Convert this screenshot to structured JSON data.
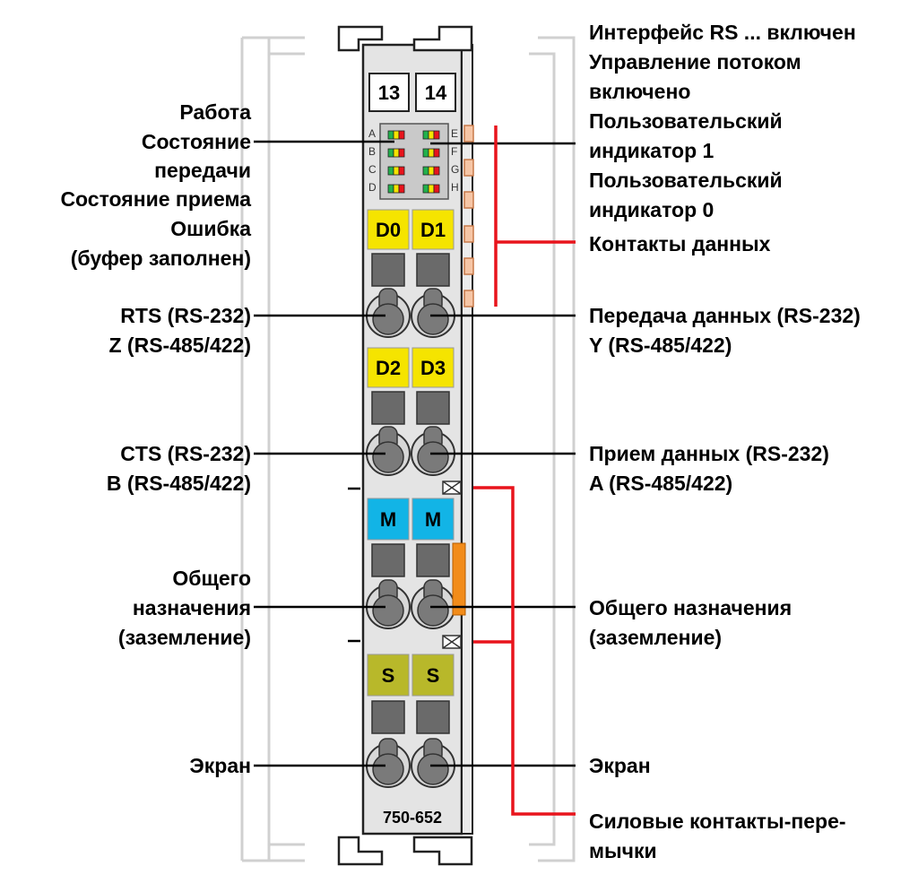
{
  "module": {
    "terminal_numbers": [
      "13",
      "14"
    ],
    "led_letters_left": [
      "A",
      "B",
      "C",
      "D"
    ],
    "led_letters_right": [
      "E",
      "F",
      "G",
      "H"
    ],
    "markers": [
      "D0",
      "D1",
      "D2",
      "D3",
      "M",
      "M",
      "S",
      "S"
    ],
    "part_number": "750-652"
  },
  "labels_left": [
    [
      "Работа",
      "Состояние",
      "передачи",
      "Состояние приема",
      "Ошибка",
      "(буфер заполнен)"
    ],
    [
      "RTS (RS-232)",
      "Z (RS-485/422)"
    ],
    [
      "CTS (RS-232)",
      "B (RS-485/422)"
    ],
    [
      "Общего",
      "назначения",
      "(заземление)"
    ],
    [
      "Экран"
    ]
  ],
  "labels_right": [
    [
      "Интерфейс RS ... включен",
      "Управление потоком",
      "включено",
      "Пользовательский",
      "индикатор 1",
      "Пользовательский",
      "индикатор 0"
    ],
    [
      "Контакты данных"
    ],
    [
      "Передача данных (RS-232)",
      "Y (RS-485/422)"
    ],
    [
      "Прием данных (RS-232)",
      "A (RS-485/422)"
    ],
    [
      "Общего назначения",
      "(заземление)"
    ],
    [
      "Экран"
    ],
    [
      "Силовые контакты-пере-",
      "мычки"
    ]
  ],
  "colors": {
    "marker_yellow": "#f5e400",
    "marker_blue": "#12b4e6",
    "marker_olive": "#b8b82a",
    "callout_red": "#e8141c",
    "module_gray": "#e4e4e4",
    "orange_contact": "#f28c1a"
  }
}
